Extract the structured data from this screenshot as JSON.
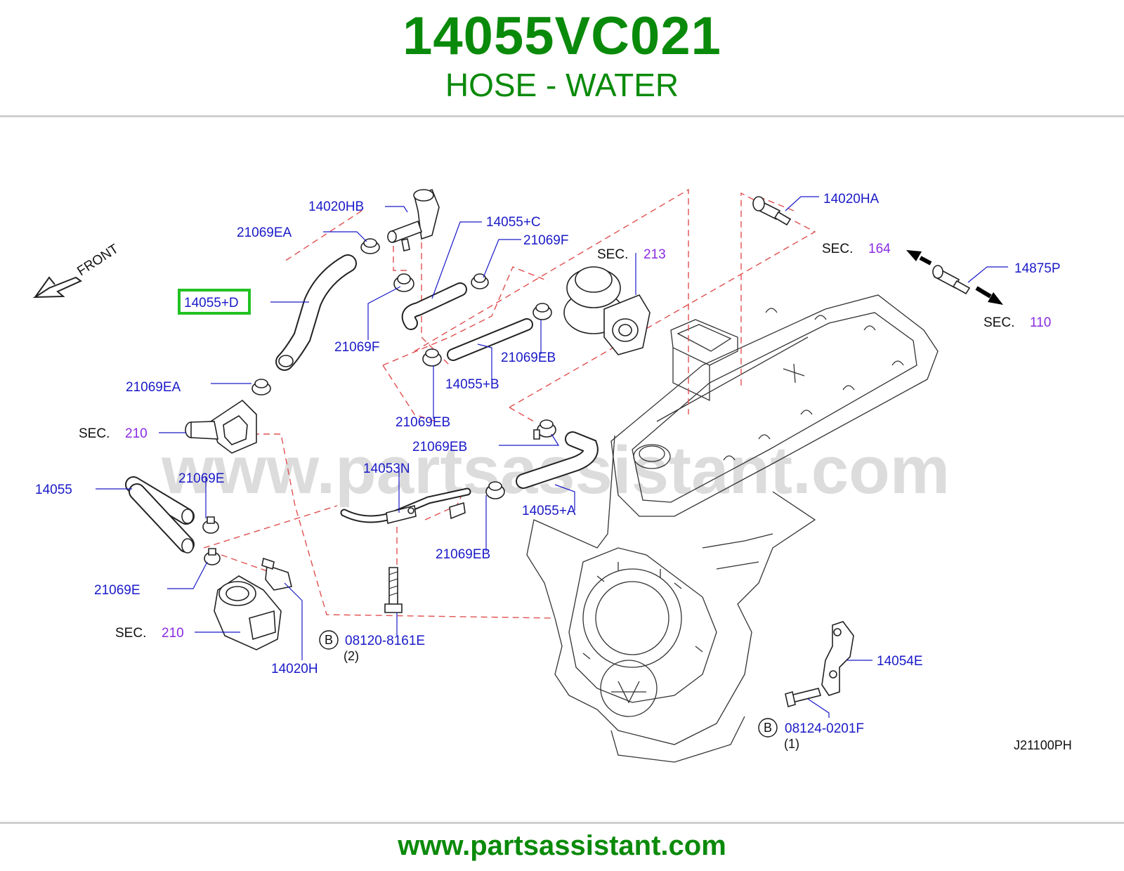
{
  "header": {
    "part_number": "14055VC021",
    "part_name": "HOSE - WATER"
  },
  "footer": {
    "url": "www.partsassistant.com"
  },
  "diagram": {
    "watermark": "www.partsassistant.com",
    "front_label": "FRONT",
    "drawing_code": "J21100PH",
    "highlighted_part": "14055+D",
    "highlight_color": "#22c222",
    "labels": {
      "l14020HB": "14020HB",
      "l21069EA_top": "21069EA",
      "l14055C": "14055+C",
      "l21069F_top": "21069F",
      "l14055D": "14055+D",
      "l21069F_bot": "21069F",
      "l21069EA_bot": "21069EA",
      "l21069EB_1": "21069EB",
      "l14055B": "14055+B",
      "l21069EB_2": "21069EB",
      "l21069EB_3": "21069EB",
      "l14053N": "14053N",
      "l14055": "14055",
      "l21069E_top": "21069E",
      "l21069E_bot": "21069E",
      "l14055A": "14055+A",
      "l21069EB_4": "21069EB",
      "l14020H": "14020H",
      "l14020HA": "14020HA",
      "l14875P": "14875P",
      "l14054E": "14054E",
      "bolt1_number": "08120-8161E",
      "bolt1_qty": "(2)",
      "bolt2_number": "08124-0201F",
      "bolt2_qty": "(1)",
      "bolt_circle": "B"
    },
    "sections": {
      "sec_word": "SEC.",
      "sec213": "213",
      "sec164": "164",
      "sec110": "110",
      "sec210_top": "210",
      "sec210_bot": "210"
    }
  }
}
